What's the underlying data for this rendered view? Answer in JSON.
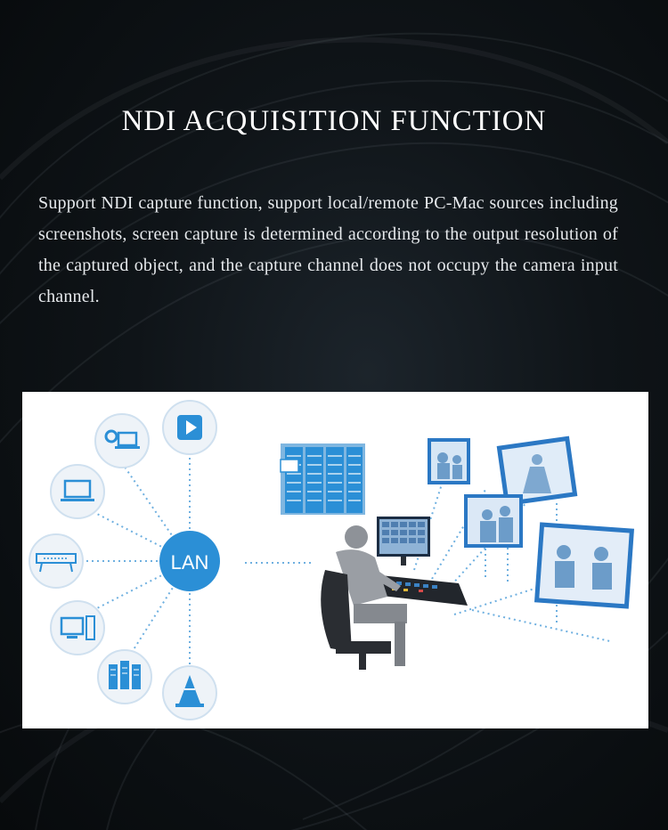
{
  "title": "NDI ACQUISITION FUNCTION",
  "description": "Support NDI capture function, support local/remote PC-Mac sources including screenshots, screen capture is determined according to the output resolution of the captured object, and the capture channel does not occupy the camera input channel.",
  "diagram": {
    "hub_label": "LAN",
    "nodes": [
      "play-icon",
      "webcam-laptop-icon",
      "laptop-icon",
      "switcher-console-icon",
      "desktop-pc-icon",
      "server-rack-icon",
      "vlc-cone-icon"
    ],
    "colors": {
      "accent": "#2b8fd6",
      "node_fill": "#eef3f8",
      "node_stroke": "#cfe0ef",
      "dots": "#6fb0e0"
    }
  }
}
